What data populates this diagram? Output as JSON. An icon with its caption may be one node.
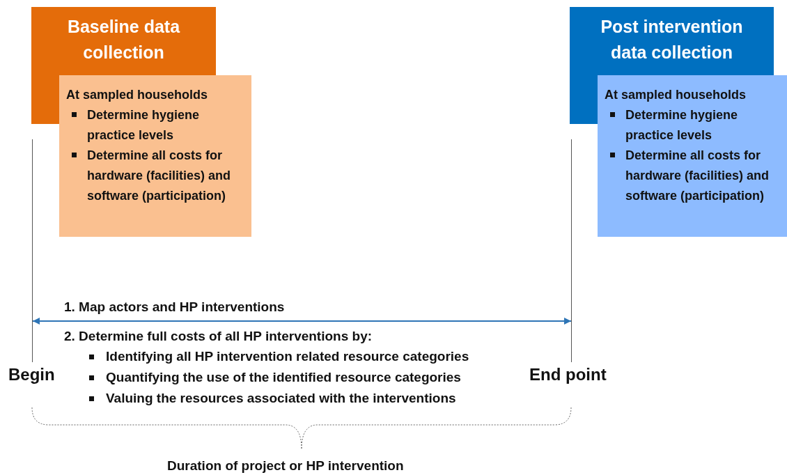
{
  "diagram": {
    "nodes": [
      {
        "text": [
          "Baseline data collection"
        ]
      },
      {
        "text": [
          "At sampled households",
          "Determine hygiene practice levels",
          "Determine all costs for hardware (facilities) and software (participation)"
        ]
      },
      {
        "text": [
          "Post intervention data collection"
        ]
      },
      {
        "text": [
          "At sampled households",
          "Determine hygiene practice levels",
          "Determine all costs for hardware (facilities) and software (participation)"
        ]
      },
      {
        "text": [],
        "shape": "bar",
        "beside": [
          "Begin"
        ]
      },
      {
        "text": [],
        "shape": "bar",
        "beside": [
          "End point"
        ]
      }
    ],
    "edges": [
      {
        "from": 4,
        "to": 5,
        "arrow": "both"
      }
    ],
    "labels": [
      "1. Map actors and HP interventions",
      "2. Determine full costs of all HP interventions by:",
      "Identifying all HP intervention related resource categories",
      "Quantifying the use of the identified resource categories",
      "Valuing the resources associated with the interventions",
      "Duration of project or HP intervention"
    ]
  }
}
